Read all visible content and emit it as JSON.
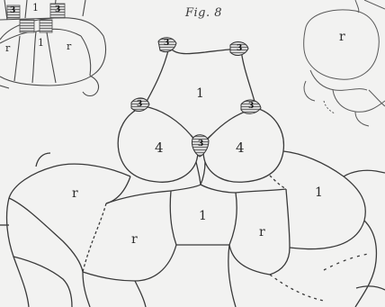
{
  "figure": {
    "title": "Fig. 8"
  },
  "labels": {
    "top_center": "1",
    "left_lobe": "4",
    "right_lobe": "4",
    "bottom_center": "1",
    "left_outer": "r",
    "left_lower": "r",
    "right_lower": "r",
    "right_outer": "1",
    "stipple_top_left": "3",
    "stipple_top_right": "3",
    "stipple_mid_left": "3",
    "stipple_mid_right": "3",
    "stipple_center": "3",
    "topright_cell": "r",
    "inset_r_left": "r",
    "inset_r_right": "r",
    "inset_center": "1",
    "inset_top_left": "3",
    "inset_top_right": "3",
    "inset_top_center": "1"
  },
  "colors": {
    "line": "#4a4a4a",
    "background": "#f2f2f1",
    "stipple": "#8a8a8a"
  }
}
